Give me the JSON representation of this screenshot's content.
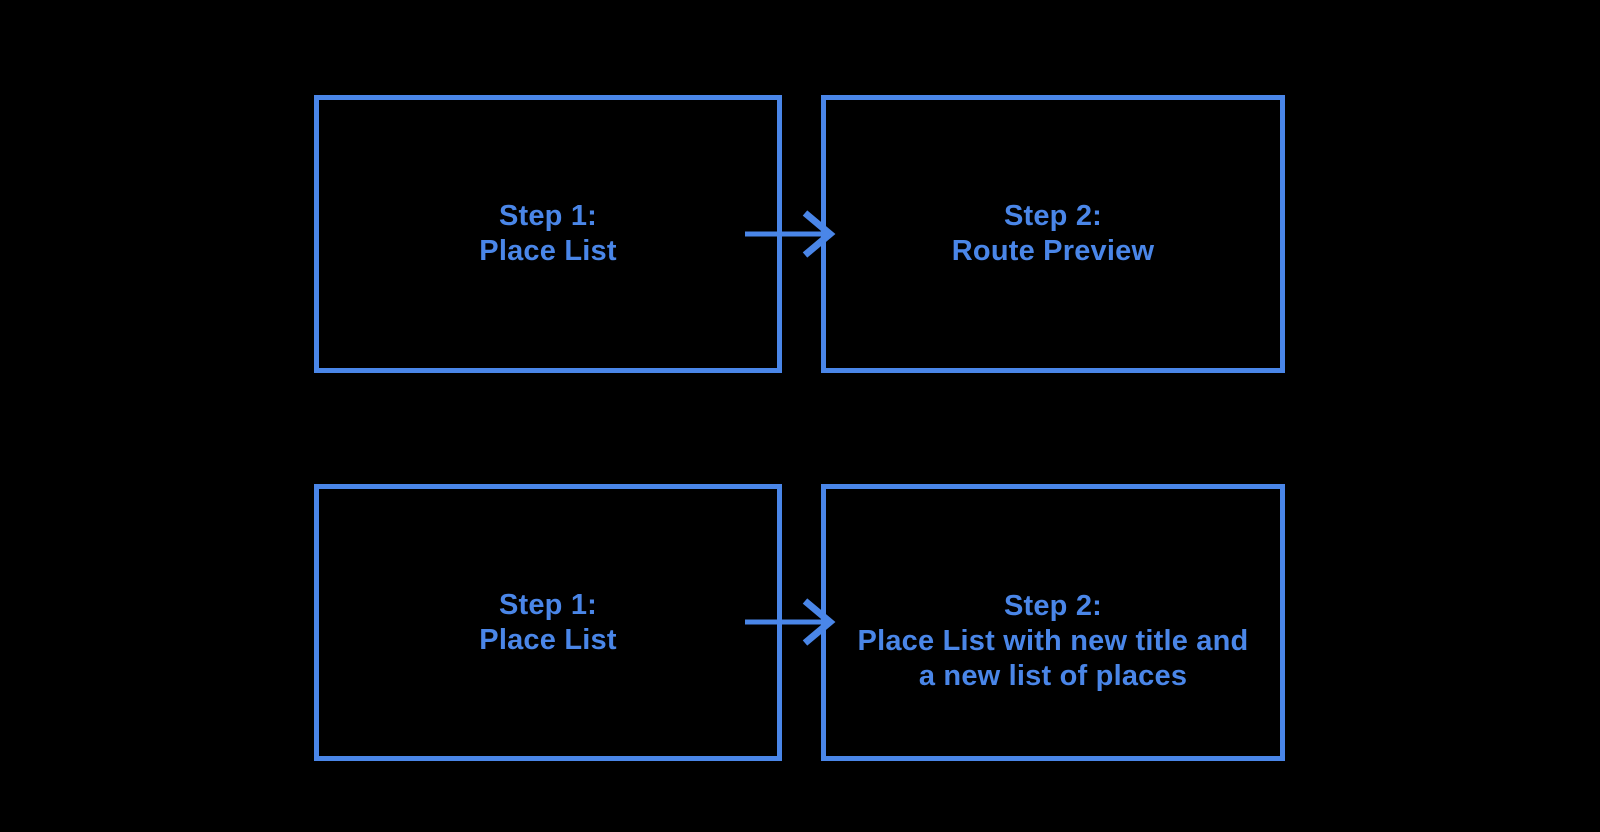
{
  "colors": {
    "background": "#000000",
    "accent": "#4a86e8"
  },
  "boxes": [
    {
      "name": "step1-place-list-top",
      "lines": [
        "Step 1:",
        "Place List"
      ]
    },
    {
      "name": "step2-route-preview",
      "lines": [
        "Step 2:",
        "Route Preview"
      ]
    },
    {
      "name": "step1-place-list-bottom",
      "lines": [
        "Step 1:",
        "Place List"
      ]
    },
    {
      "name": "step2-place-list-new",
      "lines": [
        "Step 2:",
        "Place List with new title and",
        "a new list of places"
      ]
    }
  ],
  "arrows": [
    {
      "icon": "right-arrow",
      "from": "step1-place-list-top",
      "to": "step2-route-preview"
    },
    {
      "icon": "right-arrow",
      "from": "step1-place-list-bottom",
      "to": "step2-place-list-new"
    }
  ]
}
